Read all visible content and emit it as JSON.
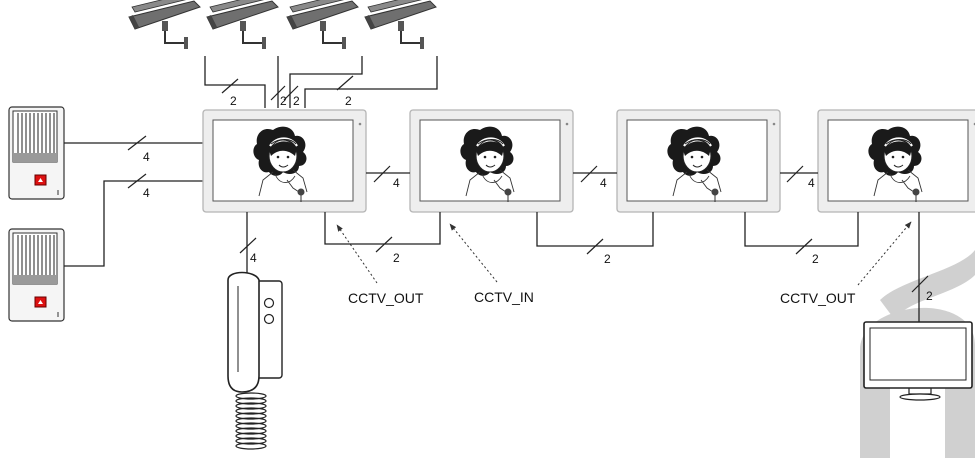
{
  "diagram": {
    "wire_counts": {
      "cam1": "2",
      "cam2": "2",
      "cam3": "2",
      "cam4": "2",
      "door1": "4",
      "door2": "4",
      "handset": "4",
      "m1m2": "4",
      "m2m3": "4",
      "m3m4": "4",
      "cctv_m1m2": "2",
      "cctv_m2m3": "2",
      "cctv_m3m4": "2",
      "tv": "2"
    },
    "labels": {
      "cctv_out_1": "CCTV_OUT",
      "cctv_in": "CCTV_IN",
      "cctv_out_2": "CCTV_OUT"
    }
  }
}
